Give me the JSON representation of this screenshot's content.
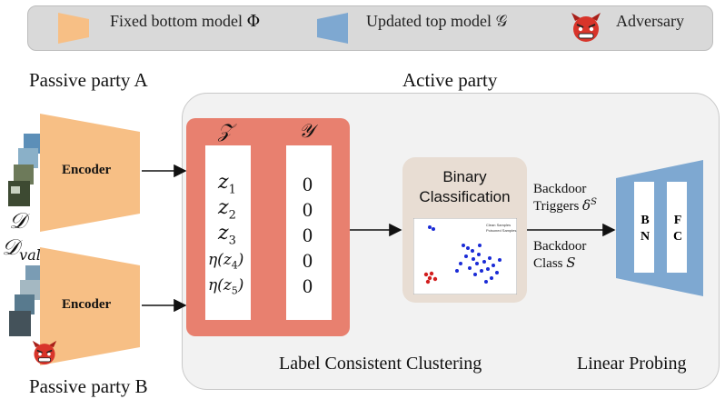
{
  "legend": {
    "bottom_model": "Fixed bottom model",
    "bottom_symbol": "Φ",
    "top_model": "Updated top model",
    "top_symbol": "𝒢",
    "adversary": "Adversary"
  },
  "parties": {
    "passive_a": "Passive party A",
    "passive_b": "Passive party B",
    "active": "Active party"
  },
  "encoders": {
    "a_label": "Encoder",
    "b_label": "Encoder"
  },
  "data_symbols": {
    "d": "𝒟",
    "d_val": "𝒟",
    "d_val_sub": "val"
  },
  "clustering": {
    "z_header": "𝒵",
    "y_header": "𝒴",
    "rows": [
      {
        "z": "z",
        "z_sub": "1",
        "y": "0"
      },
      {
        "z": "z",
        "z_sub": "2",
        "y": "0"
      },
      {
        "z": "z",
        "z_sub": "3",
        "y": "0"
      },
      {
        "z": "η(z",
        "z_sub": "4",
        "z_end": ")",
        "y": "0"
      },
      {
        "z": "η(z",
        "z_sub": "5",
        "z_end": ")",
        "y": "0"
      }
    ],
    "caption": "Label Consistent Clustering"
  },
  "classification": {
    "title_line1": "Binary",
    "title_line2": "Classification",
    "legend_1": "Clean Samples",
    "legend_2": "Poisoned Samples"
  },
  "backdoor": {
    "triggers_line1": "Backdoor",
    "triggers_line2": "Triggers",
    "triggers_symbol": "δ",
    "triggers_sup": "S",
    "class_line1": "Backdoor",
    "class_line2": "Class",
    "class_symbol": "S"
  },
  "top_model": {
    "bn_1": "B",
    "bn_2": "N",
    "fc_1": "F",
    "fc_2": "C",
    "caption": "Linear Probing"
  },
  "colors": {
    "encoder": "#f7bf85",
    "top_model": "#7ea8d1",
    "cluster": "#e8806f",
    "binbox": "#e8ddd3",
    "clean": "#1a2bd6",
    "poison": "#d21e1e"
  }
}
